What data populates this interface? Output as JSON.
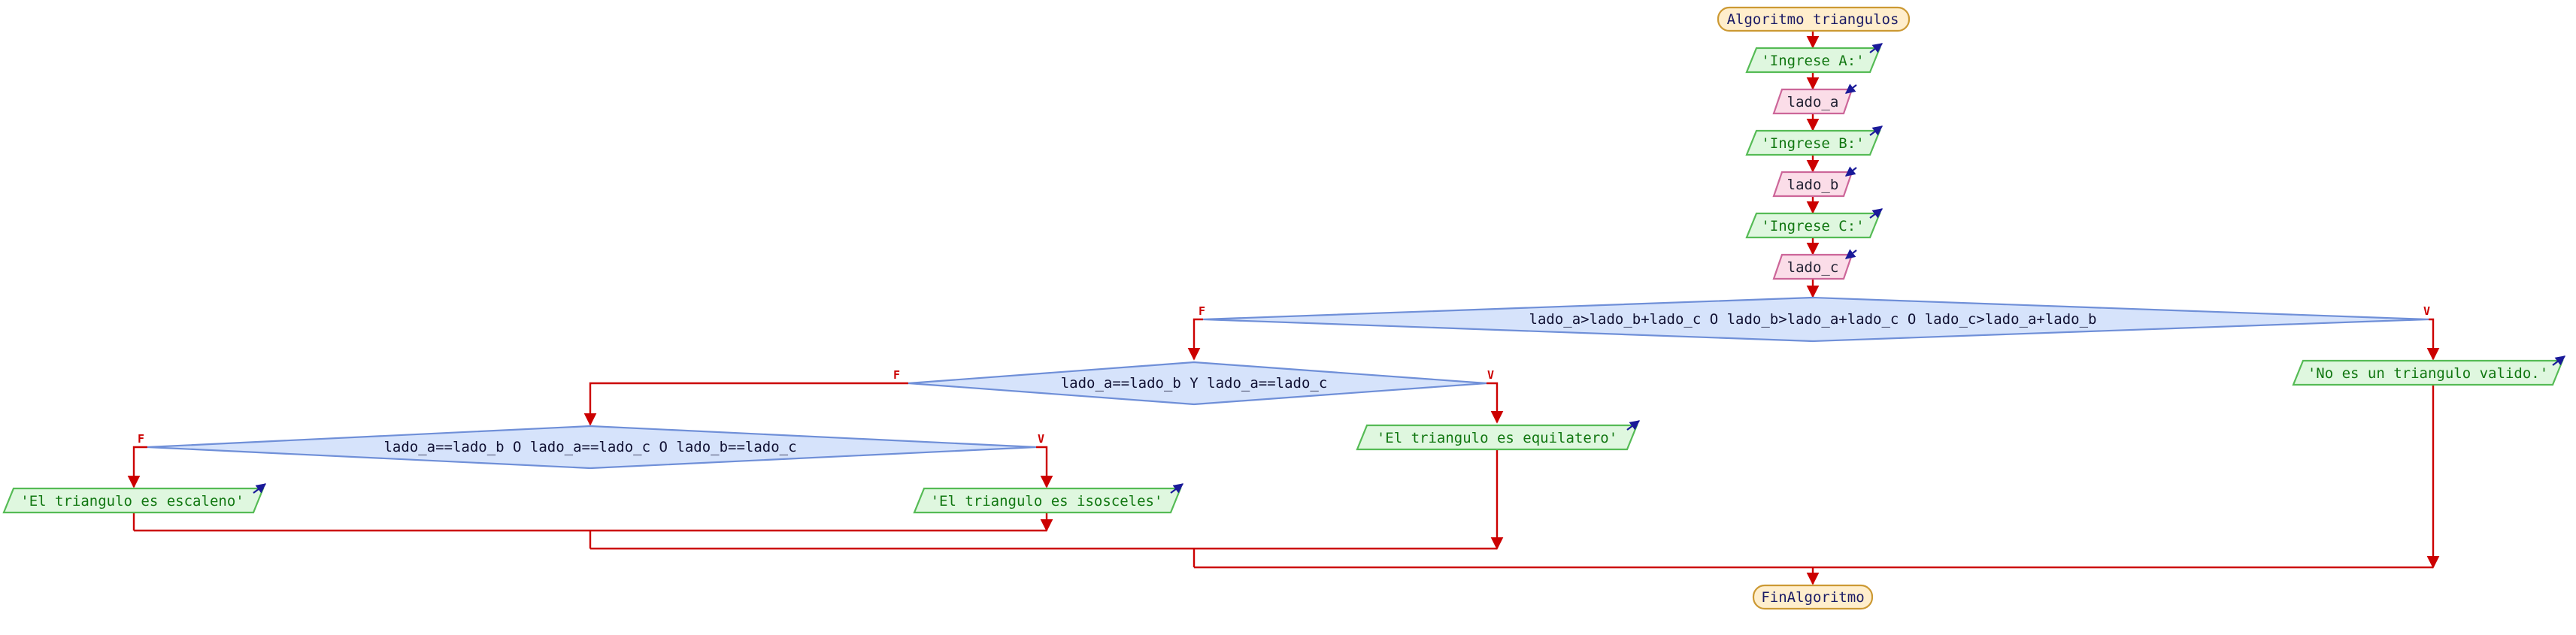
{
  "diagram": {
    "start": "Algoritmo triangulos",
    "end": "FinAlgoritmo",
    "prompt_a": "'Ingrese A:'",
    "read_a": "lado_a",
    "prompt_b": "'Ingrese B:'",
    "read_b": "lado_b",
    "prompt_c": "'Ingrese C:'",
    "read_c": "lado_c",
    "cond_valid": "lado_a>lado_b+lado_c O lado_b>lado_a+lado_c O lado_c>lado_a+lado_b",
    "cond_equilatero": "lado_a==lado_b Y lado_a==lado_c",
    "cond_isosceles": "lado_a==lado_b O lado_a==lado_c O lado_b==lado_c",
    "out_invalid": "'No es un triangulo valido.'",
    "out_equilatero": "'El triangulo es equilatero'",
    "out_isosceles": "'El triangulo es isosceles'",
    "out_escaleno": "'El triangulo es escaleno'",
    "label_true": "V",
    "label_false": "F"
  },
  "colors": {
    "flow_line": "#cc0000",
    "terminal_fill": "#ffeecc",
    "output_fill": "#dff7df",
    "input_fill": "#fbdde8",
    "decision_fill": "#d6e3fb"
  }
}
